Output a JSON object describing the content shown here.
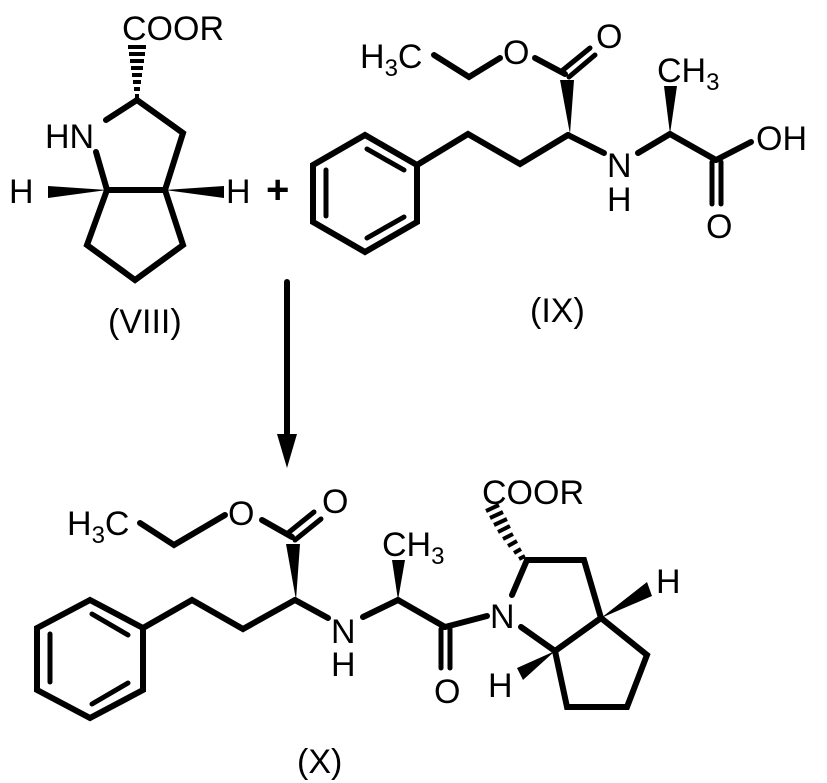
{
  "diagram": {
    "type": "chemical-reaction-scheme",
    "reactants": [
      {
        "id": "VIII",
        "label": "(VIII)",
        "atoms": {
          "ester": "COOR",
          "amine": "HN",
          "h_left": "H",
          "h_right": "H"
        },
        "description": "octahydrocyclopenta[b]pyrrole-2-carboxylate ester"
      },
      {
        "id": "IX",
        "label": "(IX)",
        "atoms": {
          "ethyl_c": "H",
          "ethyl_sub": "3",
          "ethyl_c2": "C",
          "ester_o": "O",
          "carbonyl_o": "O",
          "amine_n": "N",
          "amine_h": "H",
          "methyl_c": "CH",
          "methyl_sub": "3",
          "acid_oh": "OH",
          "acid_o": "O"
        },
        "description": "N-[1-(S)-ethoxycarbonyl-3-phenylpropyl]-L-alanine"
      }
    ],
    "operator": "+",
    "arrow": "down",
    "product": {
      "id": "X",
      "label": "(X)",
      "atoms": {
        "ethyl_c": "H",
        "ethyl_sub": "3",
        "ethyl_c2": "C",
        "ester_o": "O",
        "carbonyl_o": "O",
        "amine_n": "N",
        "amine_h": "H",
        "methyl_c": "CH",
        "methyl_sub": "3",
        "amide_o": "O",
        "ring_n": "N",
        "ester": "COOR",
        "h_top": "H",
        "h_bottom": "H"
      },
      "description": "coupled dipeptide ester (ramipril-type)"
    }
  }
}
